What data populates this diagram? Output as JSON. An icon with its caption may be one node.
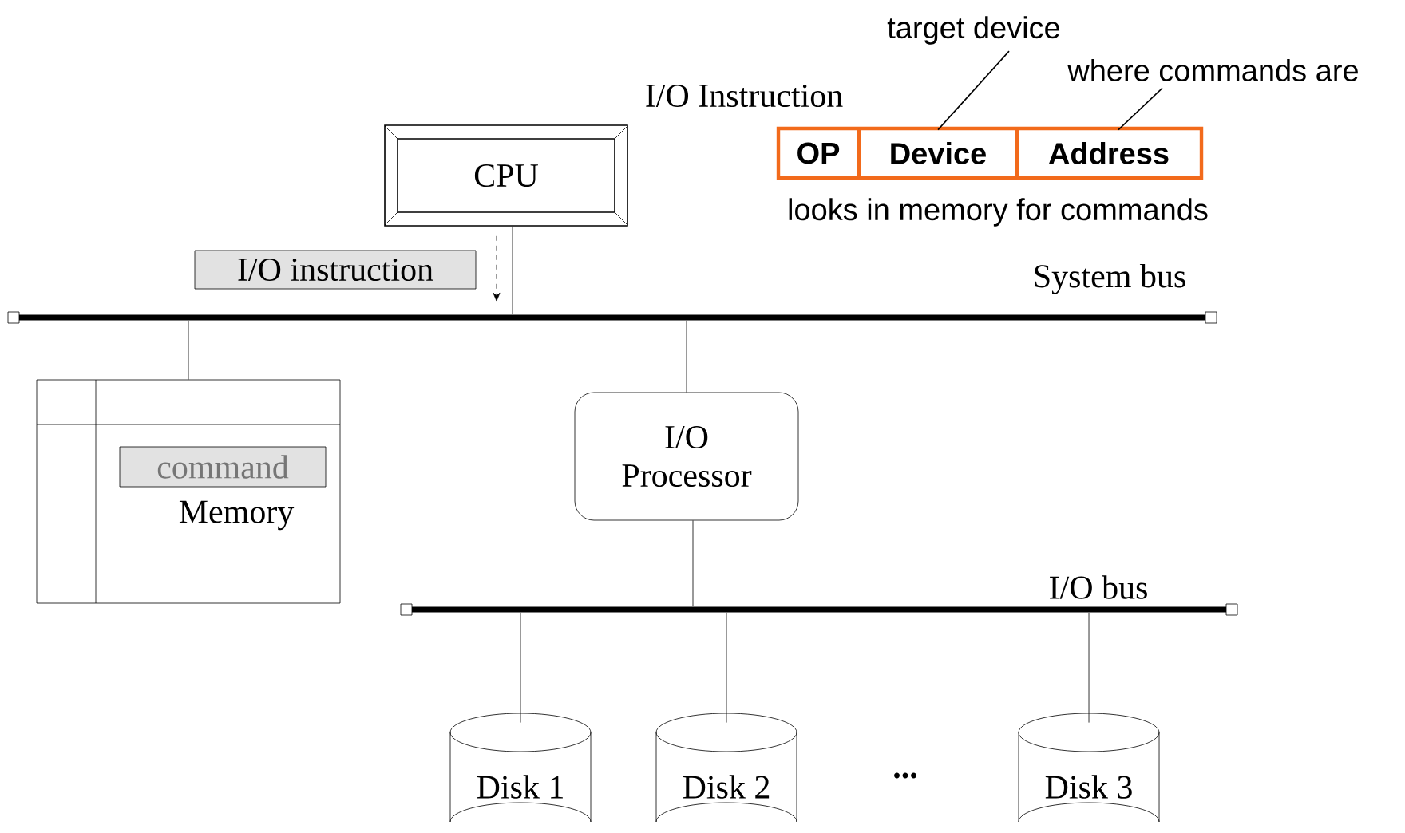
{
  "diagram": {
    "nodes": [
      {
        "text": [
          "target device"
        ]
      },
      {
        "text": [
          "I/O Instruction"
        ]
      },
      {
        "text": [
          "where commands are"
        ]
      },
      {
        "text": [
          "OP"
        ],
        "in": 1
      },
      {
        "text": [
          "Device"
        ],
        "in": 1
      },
      {
        "text": [
          "Address"
        ],
        "in": 1
      },
      {
        "text": [
          "CPU"
        ]
      },
      {
        "text": [
          "I/O instruction"
        ]
      },
      {
        "text": [
          "System bus"
        ]
      },
      {
        "text": [
          "Memory"
        ]
      },
      {
        "text": [
          "command"
        ],
        "in": 9
      },
      {
        "text": [
          "I/O Processor"
        ]
      },
      {
        "text": [
          "I/O bus"
        ]
      },
      {
        "text": [
          "Disk 1"
        ]
      },
      {
        "text": [
          "Disk 2"
        ]
      },
      {
        "text": [
          "Disk 3"
        ]
      }
    ],
    "edges": [
      {
        "from": 6,
        "to": 8,
        "arrow": "none"
      },
      {
        "from": 6,
        "to": 8,
        "arrow": "to",
        "style": "dashed"
      },
      {
        "from": 8,
        "to": 9,
        "arrow": "none"
      },
      {
        "from": 8,
        "to": 11,
        "arrow": "none"
      },
      {
        "from": 11,
        "to": 12,
        "arrow": "none"
      },
      {
        "from": 12,
        "to": 13,
        "arrow": "none"
      },
      {
        "from": 12,
        "to": 14,
        "arrow": "none"
      },
      {
        "from": 12,
        "to": 15,
        "arrow": "none"
      },
      {
        "from": 0,
        "to": 4,
        "arrow": "none"
      },
      {
        "from": 2,
        "to": 5,
        "arrow": "none"
      }
    ],
    "labels": [
      "looks in memory for commands",
      "..."
    ]
  }
}
